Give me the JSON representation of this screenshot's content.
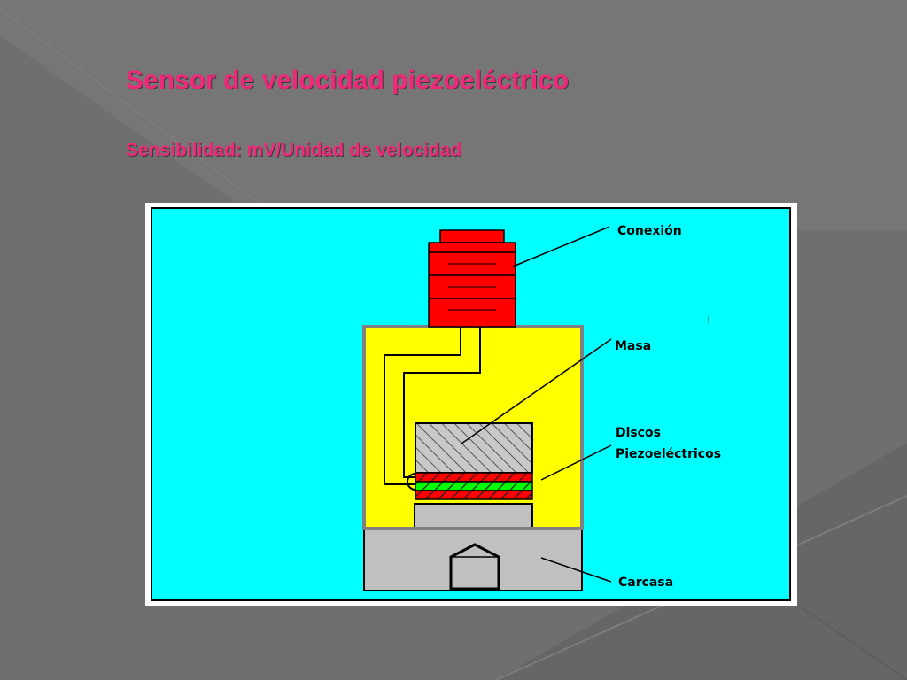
{
  "slide": {
    "title": "Sensor de velocidad piezoeléctrico",
    "subtitle": "Sensibilidad: mV/Unidad de velocidad"
  },
  "diagram": {
    "labels": {
      "connection": "Conexión",
      "mass": "Masa",
      "discs_line1": "Discos",
      "discs_line2": "Piezoeléctricos",
      "housing": "Carcasa"
    },
    "colors": {
      "background": "#00ffff",
      "connector": "#ff0000",
      "body": "#ffff00",
      "housing": "#c0c0c0",
      "piezo_red": "#ff0000",
      "piezo_green": "#00ff00",
      "slide_background": "#6f6f6f",
      "title": "#f0287a"
    }
  }
}
